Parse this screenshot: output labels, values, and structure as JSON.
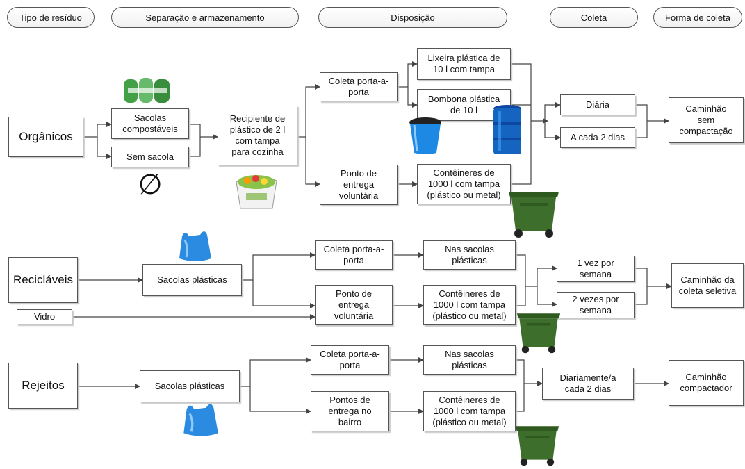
{
  "headers": {
    "tipo": "Tipo de resíduo",
    "separacao": "Separação e armazenamento",
    "disposicao": "Disposição",
    "coleta": "Coleta",
    "forma": "Forma de coleta"
  },
  "organicos": {
    "tipo": "Orgânicos",
    "sacolas_compostaveis": "Sacolas\ncompostáveis",
    "sem_sacola": "Sem sacola",
    "recipiente": "Recipiente de\nplástico de 2 l\ncom tampa\npara cozinha",
    "coleta_porta": "Coleta porta-a-\nporta",
    "ponto_entrega": "Ponto de\nentrega\nvoluntária",
    "lixeira": "Lixeira plástica de\n10 l com tampa",
    "bombona": "Bombona plástica\nde 10 l",
    "conteineres": "Contêineres de\n1000 l com tampa\n(plástico ou metal)",
    "diaria": "Diária",
    "dois_dias": "A cada 2 dias",
    "caminhao": "Caminhão\nsem\ncompactação",
    "empty_set_symbol": "∅"
  },
  "reciclaveis": {
    "tipo": "Recicláveis",
    "vidro": "Vidro",
    "sacolas": "Sacolas plásticas",
    "coleta_porta": "Coleta porta-a-\nporta",
    "ponto_entrega": "Ponto de\nentrega\nvoluntária",
    "nas_sacolas": "Nas sacolas\nplásticas",
    "conteineres": "Contêineres de\n1000 l com tampa\n(plástico ou metal)",
    "uma_vez": "1 vez por\nsemana",
    "duas_vezes": "2 vezes por\nsemana",
    "caminhao": "Caminhão da\ncoleta seletiva"
  },
  "rejeitos": {
    "tipo": "Rejeitos",
    "sacolas": "Sacolas plásticas",
    "coleta_porta": "Coleta porta-a-\nporta",
    "pontos_entrega": "Pontos de\nentrega no\nbairro",
    "nas_sacolas": "Nas sacolas\nplásticas",
    "conteineres": "Contêineres de\n1000 l com tampa\n(plástico ou metal)",
    "frequencia": "Diariamente/a\ncada 2 dias",
    "caminhao": "Caminhão\ncompactador"
  },
  "colors": {
    "line": "#444444",
    "container_green": "#3e6e2c",
    "drum_blue": "#1565c0",
    "bag_blue": "#2a8be0",
    "bag_green": "#4caf50"
  },
  "icons": [
    "compostable-bags-icon",
    "food-caddy-icon",
    "bucket-icon",
    "drum-icon",
    "wheelie-bin-icon",
    "plastic-bag-icon"
  ]
}
